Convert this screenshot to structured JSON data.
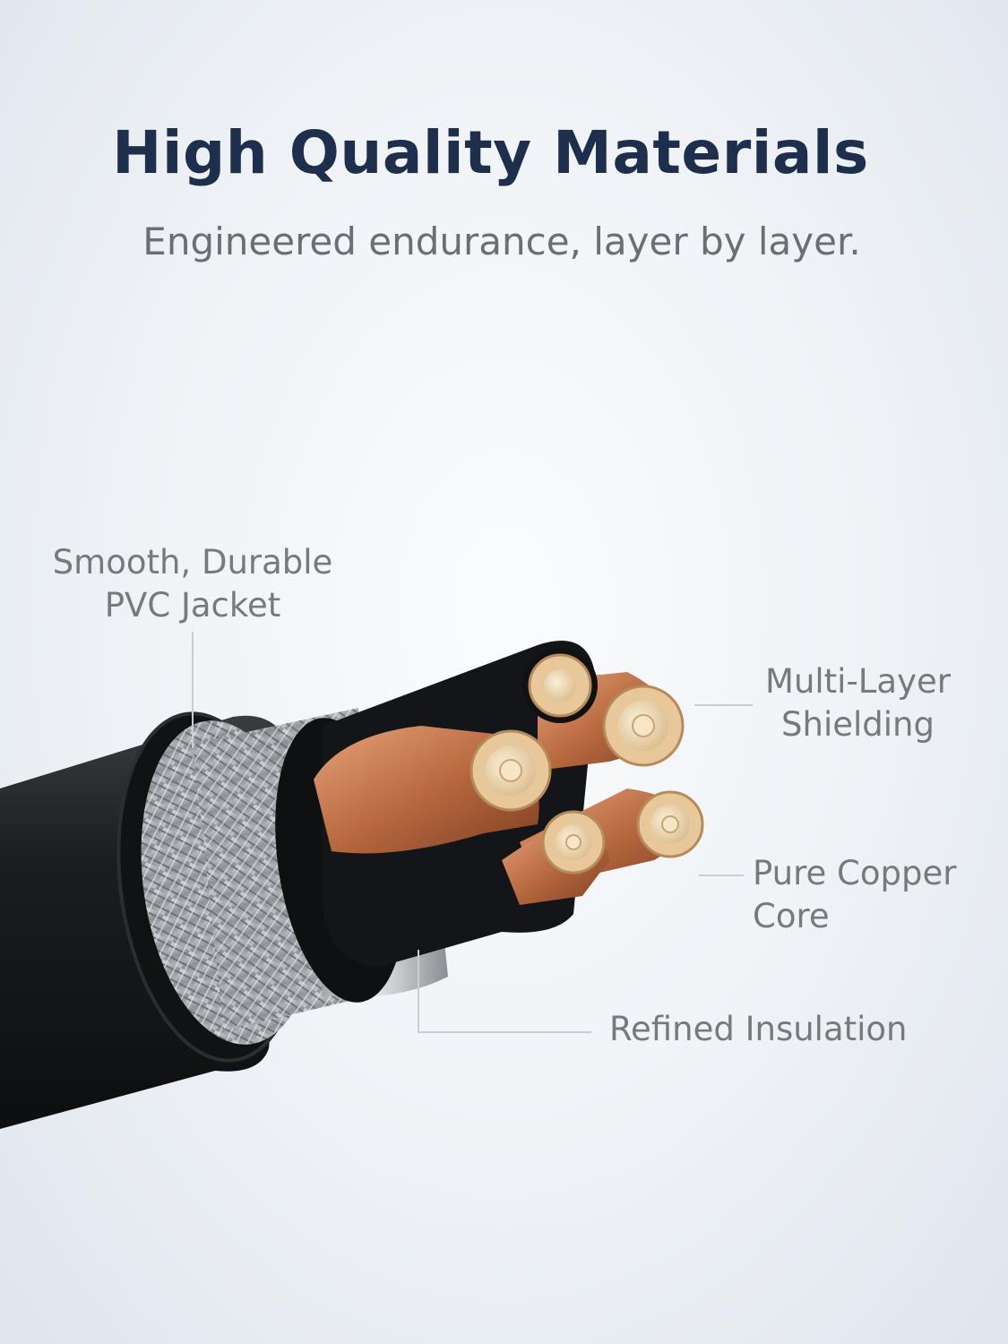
{
  "header": {
    "title": "High Quality Materials",
    "subtitle": "Engineered endurance, layer by layer."
  },
  "callouts": {
    "jacket": {
      "line1": "Smooth, Durable",
      "line2": "PVC Jacket"
    },
    "shielding": {
      "line1": "Multi-Layer",
      "line2": "Shielding"
    },
    "copper": {
      "line1": "Pure Copper",
      "line2": "Core"
    },
    "insulation": {
      "line1": "Refined Insulation"
    }
  },
  "colors": {
    "title": "#1e2f4d",
    "text": "#77797d",
    "jacket": "#1c1d20",
    "copper": "#c27a4f",
    "shield": "#a9adb2"
  }
}
